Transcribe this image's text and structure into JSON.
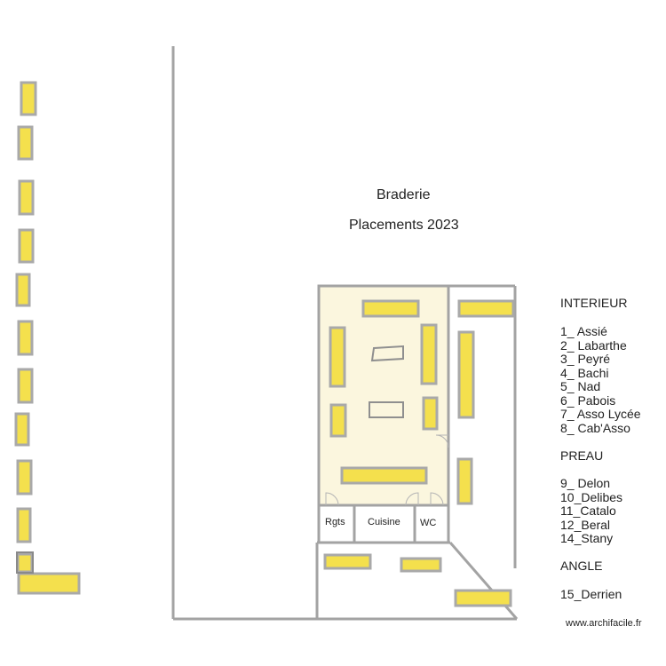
{
  "title": "Braderie",
  "subtitle": "Placements 2023",
  "rooms": {
    "rgts": "Rgts",
    "cuisine": "Cuisine",
    "wc": "WC"
  },
  "legend": {
    "interieur": {
      "heading": "INTERIEUR",
      "items": [
        "1_  Assié",
        "2_ Labarthe",
        "3_ Peyré",
        "4_ Bachi",
        "5_ Nad",
        "6_ Pabois",
        "7_ Asso Lycée",
        "8_ Cab'Asso"
      ]
    },
    "preau": {
      "heading": "PREAU",
      "items": [
        "9_  Delon",
        "10_Delibes",
        "11_Catalo",
        "12_Beral",
        "14_Stany"
      ]
    },
    "angle": {
      "heading": "ANGLE",
      "items": [
        "15_Derrien"
      ]
    }
  },
  "credit": "www.archifacile.fr",
  "colors": {
    "wall": "#a3a3a3",
    "stand_fill": "#f4e04d",
    "stand_border": "#a9a9a9",
    "interior_floor": "#fbf6de"
  }
}
